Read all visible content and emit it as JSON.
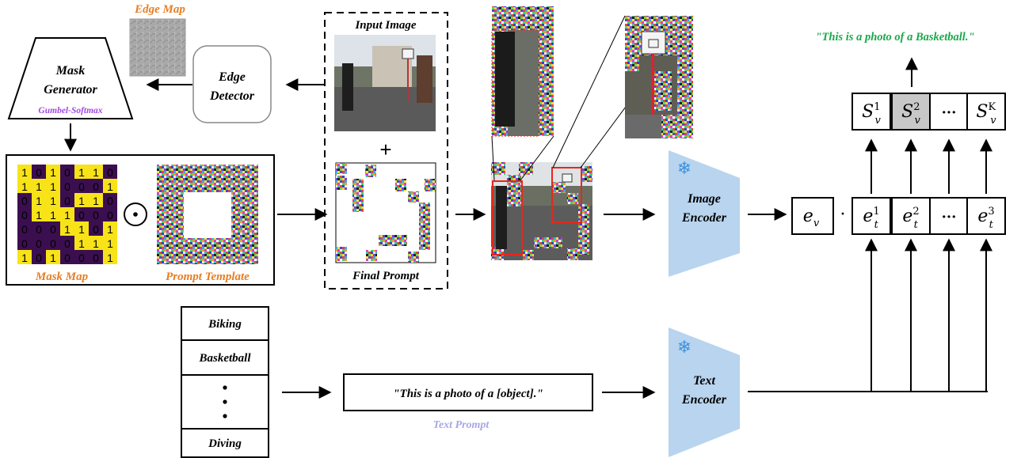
{
  "labels": {
    "edge_map": "Edge Map",
    "mask_generator_line1": "Mask",
    "mask_generator_line2": "Generator",
    "gumbel_softmax": "Gumbel-Softmax",
    "edge_detector_line1": "Edge",
    "edge_detector_line2": "Detector",
    "input_image": "Input Image",
    "plus": "+",
    "final_prompt": "Final Prompt",
    "mask_map": "Mask Map",
    "prompt_template": "Prompt Template",
    "odot": "⊙",
    "image_encoder_line1": "Image",
    "image_encoder_line2": "Encoder",
    "text_encoder_line1": "Text",
    "text_encoder_line2": "Encoder",
    "output_text": "\"This is a photo of a Basketball.\"",
    "text_prompt_template": "\"This is a photo of a [object].\"",
    "text_prompt": "Text Prompt",
    "dot_product": "·",
    "ellipsis": "···",
    "snowflake": "❄"
  },
  "mask_grid": [
    [
      "1",
      "0",
      "1",
      "0",
      "1",
      "1",
      "0"
    ],
    [
      "1",
      "1",
      "1",
      "0",
      "0",
      "0",
      "1"
    ],
    [
      "0",
      "1",
      "1",
      "0",
      "1",
      "1",
      "0"
    ],
    [
      "0",
      "1",
      "1",
      "1",
      "0",
      "0",
      "0"
    ],
    [
      "0",
      "0",
      "0",
      "1",
      "1",
      "0",
      "1"
    ],
    [
      "0",
      "0",
      "0",
      "0",
      "1",
      "1",
      "1"
    ],
    [
      "1",
      "0",
      "1",
      "0",
      "0",
      "0",
      "1"
    ]
  ],
  "class_list": [
    "Biking",
    "Basketball",
    ":",
    "Diving"
  ],
  "score_cells": [
    {
      "base": "S",
      "sub": "v",
      "sup": "1",
      "highlight": false
    },
    {
      "base": "S",
      "sub": "v",
      "sup": "2",
      "highlight": true
    },
    {
      "base": "···",
      "sub": "",
      "sup": "",
      "highlight": false
    },
    {
      "base": "S",
      "sub": "v",
      "sup": "K",
      "highlight": false
    }
  ],
  "embed_cells": [
    {
      "base": "e",
      "sub": "t",
      "sup": "1"
    },
    {
      "base": "e",
      "sub": "t",
      "sup": "2"
    },
    {
      "base": "···",
      "sub": "",
      "sup": ""
    },
    {
      "base": "e",
      "sub": "t",
      "sup": "3"
    }
  ],
  "image_embedding": {
    "base": "e",
    "sub": "v"
  },
  "colors": {
    "orange_label": "#e67e22",
    "purple_label": "#a349e0",
    "green_label": "#1aa84a",
    "light_purple_label": "#a9a6e6",
    "encoder_fill": "#b8d4ee",
    "snowflake": "#3f92e0",
    "mask_yellow": "#f7e318",
    "mask_purple": "#3b0f4f",
    "highlight_cell": "#c8c8c8",
    "red_box": "#e8261c"
  }
}
